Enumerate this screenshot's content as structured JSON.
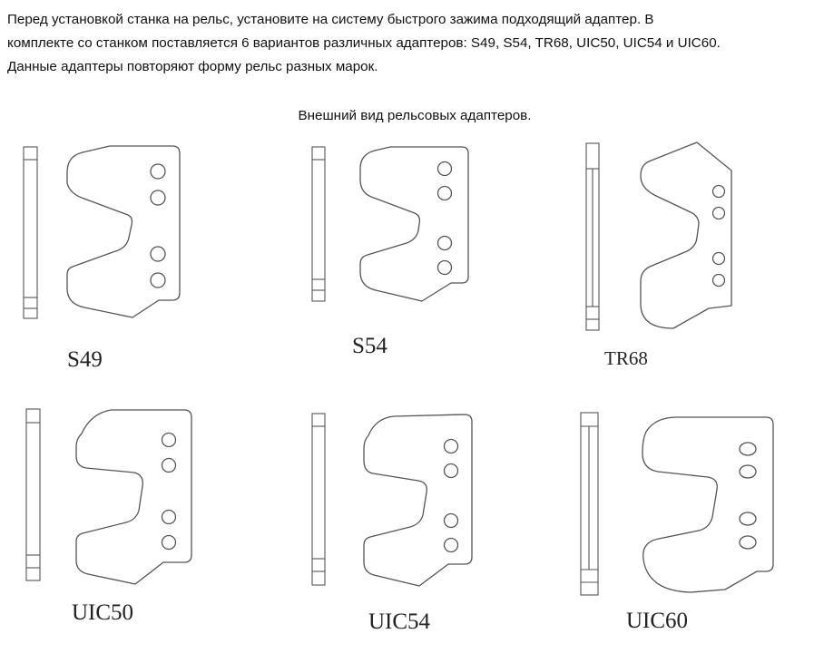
{
  "intro": {
    "line1": "Перед установкой станка на рельс, установите на систему быстрого зажима подходящий адаптер. В",
    "line2": "комплекте со станком поставляется 6 вариантов различных адаптеров: S49, S54, TR68, UIC50, UIC54 и UIC60.",
    "line3": "Данные адаптеры повторяют форму рельс разных марок."
  },
  "caption": "Внешний вид рельсовых адаптеров.",
  "adapters": [
    {
      "label": "S49"
    },
    {
      "label": "S54"
    },
    {
      "label": "TR68"
    },
    {
      "label": "UIC50"
    },
    {
      "label": "UIC54"
    },
    {
      "label": "UIC60"
    }
  ],
  "colors": {
    "line": "#555555",
    "text": "#111111"
  }
}
